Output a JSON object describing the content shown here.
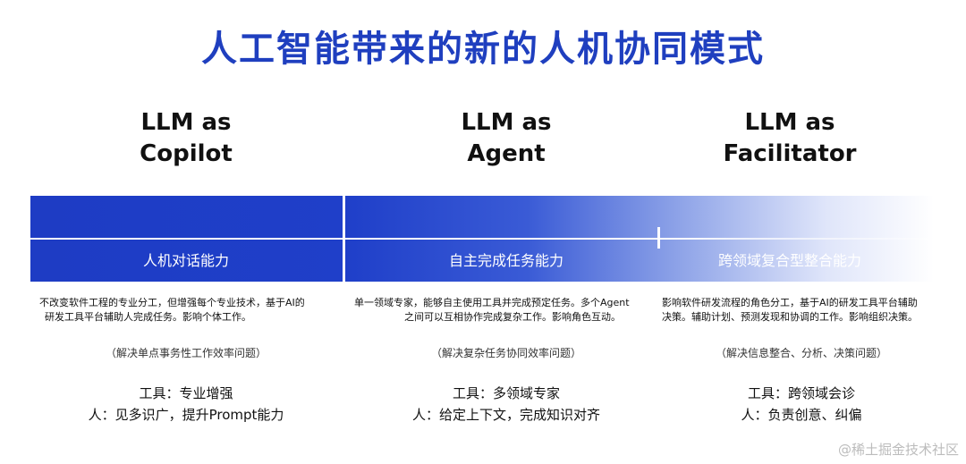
{
  "title": "人工智能带来的新的人机协同模式",
  "columns": [
    {
      "heading_line1": "LLM as",
      "heading_line2": "Copilot",
      "band_label": "人机对话能力",
      "desc_line1": "不改变软件工程的专业分工，但增强每个专业技术，基于AI的",
      "desc_line2": "研发工具平台辅助人完成任务。影响个体工作。",
      "note": "（解决单点事务性工作效率问题）",
      "tool": "工具：专业增强",
      "human": "人：见多识广，提升Prompt能力"
    },
    {
      "heading_line1": "LLM as",
      "heading_line2": "Agent",
      "band_label": "自主完成任务能力",
      "desc_line1": "单一领域专家，能够自主使用工具并完成预定任务。多个Agent",
      "desc_line2": "之间可以互相协作完成复杂工作。影响角色互动。",
      "note": "（解决复杂任务协同效率问题）",
      "tool": "工具：多领域专家",
      "human": "人：给定上下文，完成知识对齐"
    },
    {
      "heading_line1": "LLM as",
      "heading_line2": "Facilitator",
      "band_label": "跨领域复合型整合能力",
      "desc_line1": "影响软件研发流程的角色分工，基于AI的研发工具平台辅助",
      "desc_line2": "决策。辅助计划、预测发现和协调的工作。影响组织决策。",
      "note": "（解决信息整合、分析、决策问题）",
      "tool": "工具：跨领域会诊",
      "human": "人：负责创意、纠偏"
    }
  ],
  "watermark": "@稀土掘金技术社区",
  "colors": {
    "title": "#1f3fbf",
    "band_start": "#1e3cc4",
    "band_end": "#ffffff"
  }
}
